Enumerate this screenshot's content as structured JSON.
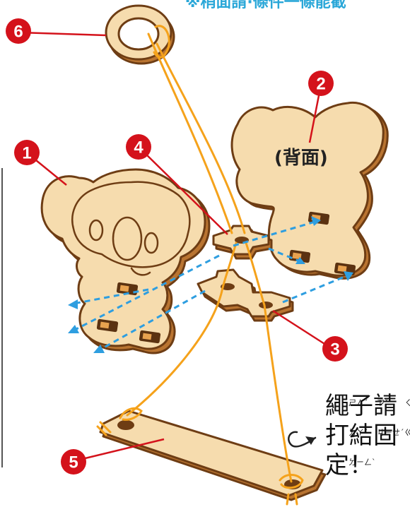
{
  "top_banner": "※稍面請·條件一條能截",
  "back_label": "(背面)",
  "callouts": [
    {
      "number": "1",
      "part": "koala front"
    },
    {
      "number": "2",
      "part": "koala back"
    },
    {
      "number": "3",
      "part": "lower connector"
    },
    {
      "number": "4",
      "part": "upper connector"
    },
    {
      "number": "5",
      "part": "swing bar"
    },
    {
      "number": "6",
      "part": "hanging ring"
    }
  ],
  "note": {
    "line1": "繩子請",
    "line1_ruby": [
      "ㄕㄥˊ",
      "ㄗˇ",
      "ㄑㄧㄥˇ"
    ],
    "line2": "打結固",
    "line2_ruby": [
      "ㄉㄚˇ",
      "ㄐㄧㄝˊ",
      "ㄍㄨˋ"
    ],
    "line3": "定！",
    "line3_ruby": [
      "ㄉㄧㄥˋ"
    ]
  },
  "colors": {
    "wood": "#f6dcae",
    "wood_edge": "#b97431",
    "outline": "#6e3d14",
    "string": "#f5a21b",
    "guide": "#2e9ee0",
    "callout": "#d4121b"
  }
}
